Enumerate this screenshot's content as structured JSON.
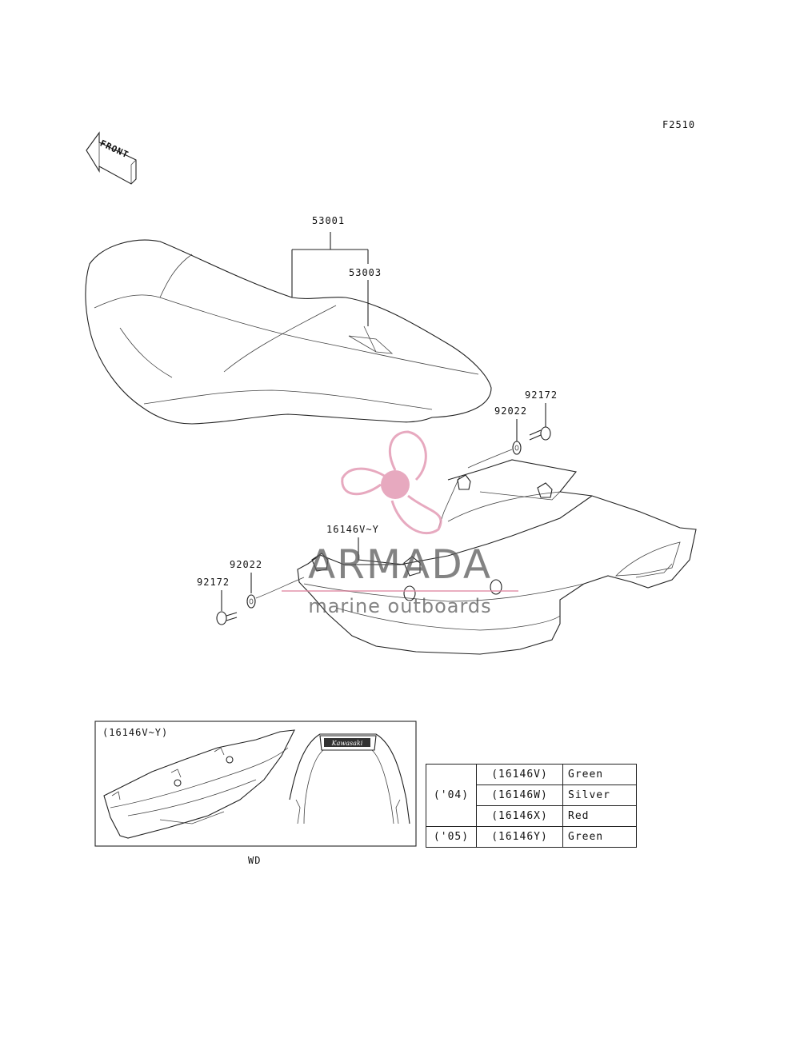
{
  "figure_code": "F2510",
  "front_arrow_text": "FRONT",
  "labels": {
    "seat": "53001",
    "seat_part": "53003",
    "bolt_right": "92172",
    "washer_right": "92022",
    "cover": "16146V~Y",
    "washer_left": "92022",
    "bolt_left": "92172"
  },
  "inset": {
    "title": "(16146V~Y)",
    "emblem_text": "Kawasaki"
  },
  "inset_caption": "WD",
  "variant_table": {
    "rows": [
      {
        "year": "('04)",
        "code": "(16146V)",
        "color": "Green"
      },
      {
        "code": "(16146W)",
        "color": "Silver"
      },
      {
        "code": "(16146X)",
        "color": "Red"
      },
      {
        "year": "('05)",
        "code": "(16146Y)",
        "color": "Green"
      }
    ]
  },
  "watermark": {
    "title": "ARMADA",
    "subtitle": "marine outboards",
    "logo_color": "#e39bb5"
  }
}
